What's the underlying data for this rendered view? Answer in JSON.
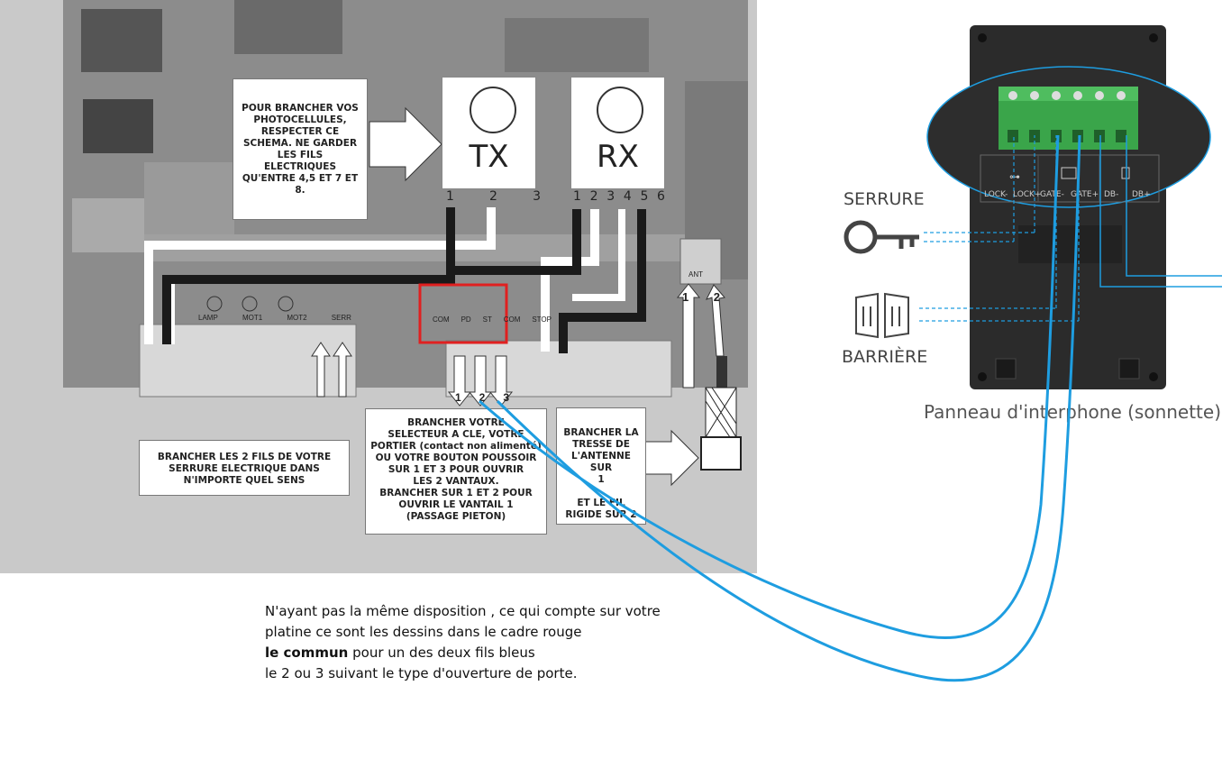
{
  "board": {
    "tx_label": "TX",
    "rx_label": "RX",
    "tx_pins": [
      "1",
      "2",
      "3"
    ],
    "rx_pins": [
      "1",
      "2",
      "3",
      "4",
      "5",
      "6"
    ],
    "note_photocells": "POUR BRANCHER VOS PHOTOCELLULES, RESPECTER CE SCHEMA. NE GARDER LES FILS ELECTRIQUES QU'ENTRE 4,5 ET 7 ET 8.",
    "note_lock": "BRANCHER LES 2 FILS DE VOTRE SERRURE ELECTRIQUE DANS N'IMPORTE QUEL SENS",
    "note_selector_lines": [
      "BRANCHER VOTRE",
      "SELECTEUR A CLE, VOTRE",
      "PORTIER (contact non alimenté)",
      "OU VOTRE BOUTON POUSSOIR",
      "SUR 1 ET 3 POUR OUVRIR",
      "LES 2 VANTAUX.",
      "BRANCHER SUR 1 ET 2 POUR",
      "OUVRIR LE VANTAIL 1",
      "(PASSAGE PIETON)"
    ],
    "note_antenna_lines": [
      "BRANCHER LA",
      "TRESSE DE",
      "L'ANTENNE SUR",
      "1",
      "",
      "ET LE FIL",
      "RIGIDE SUR 2"
    ],
    "terminal_labels": [
      "LAMP",
      "MOT1",
      "MOT2",
      "SERR"
    ],
    "red_box_labels": [
      "COM",
      "PD",
      "ST",
      "COM",
      "STOP"
    ],
    "arrow_numbers": [
      "1",
      "2",
      "3"
    ],
    "antenna_numbers": [
      "1",
      "2"
    ],
    "antenna_label": "ANT"
  },
  "intercom": {
    "caption": "Panneau d'interphone (sonnette)",
    "serrure_label": "SERRURE",
    "barriere_label": "BARRIÈRE",
    "terminals": [
      "LOCK-",
      "LOCK+",
      "GATE-",
      "GATE+",
      "DB-",
      "DB+"
    ]
  },
  "message": {
    "line1": "N'ayant pas la même disposition , ce qui compte sur votre",
    "line2": "platine ce sont les dessins dans le cadre rouge",
    "line3_bold": "le commun",
    "line3_rest": " pour un des deux fils bleus",
    "line4": "le 2 ou 3 suivant le type d'ouverture de porte."
  },
  "colors": {
    "wire_blue": "#1e9de0",
    "highlight_red": "#e02020",
    "panel_dark": "#2b2b2b",
    "terminal_green": "#3aa54a"
  }
}
